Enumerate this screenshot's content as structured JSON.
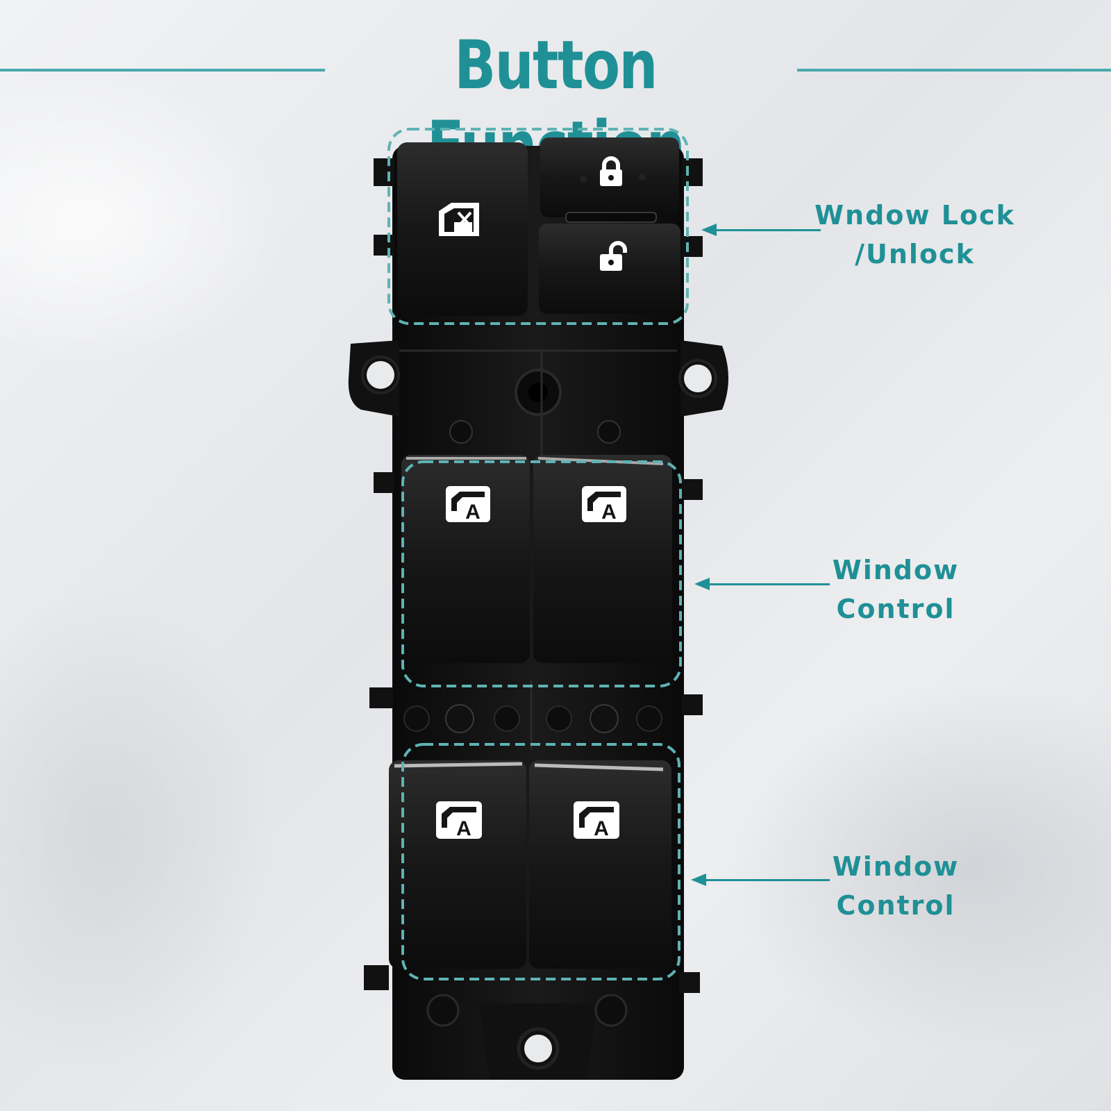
{
  "title": "Button Function",
  "colors": {
    "accent": "#1f9096",
    "accent_line": "#4aa8ac",
    "switch_body": "#141414"
  },
  "callouts": [
    {
      "line1": "Wndow Lock",
      "line2": "/Unlock"
    },
    {
      "line1": "Window",
      "line2": "Control"
    },
    {
      "line1": "Window",
      "line2": "Control"
    }
  ],
  "icons": [
    "window-lock-icon",
    "padlock-locked-icon",
    "padlock-unlocked-icon",
    "auto-window-icon"
  ]
}
